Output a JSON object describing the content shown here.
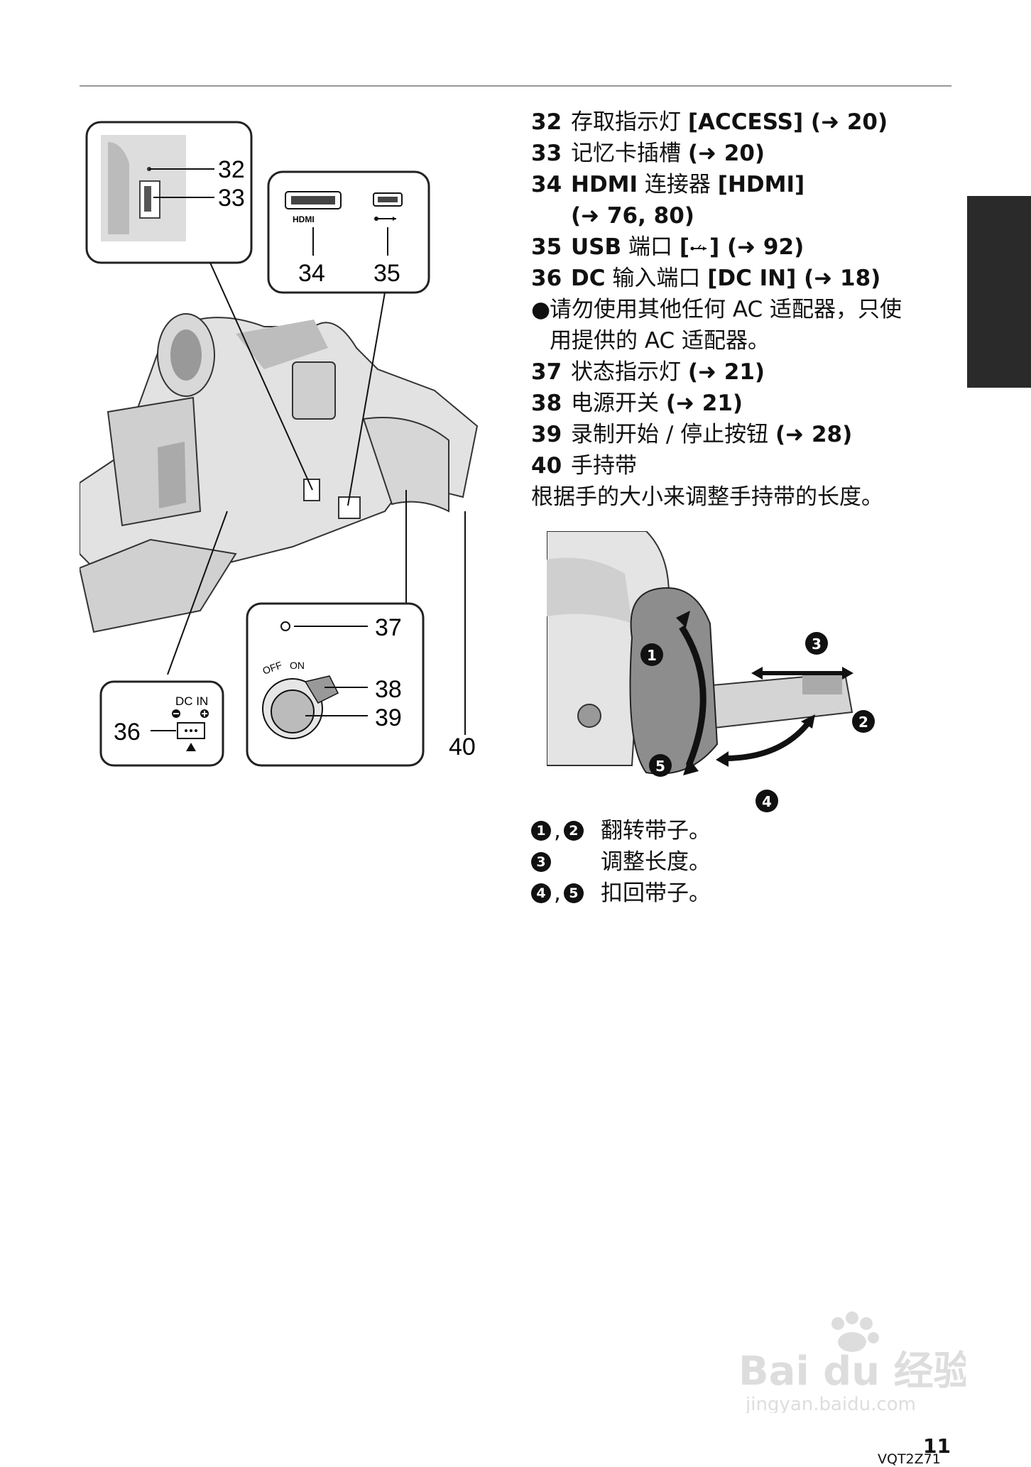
{
  "items": [
    {
      "num": "32",
      "zh": "存取指示灯",
      "b": "[ACCESS] (➜ 20)"
    },
    {
      "num": "33",
      "zh": "记忆卡插槽",
      "b": "(➜ 20)"
    },
    {
      "num": "34",
      "zh_pre": "HDMI",
      "zh": "连接器",
      "b": "[HDMI]"
    },
    {
      "num": "35",
      "zh_pre": "USB",
      "zh": "端口",
      "b": "[",
      "b2": "] (➜ 92)",
      "icon": "usb-icon"
    },
    {
      "num": "36",
      "zh_pre": "DC",
      "zh": "输入端口",
      "b": "[DC IN] (➜ 18)"
    },
    {
      "num": "37",
      "zh": "状态指示灯",
      "b": "(➜ 21)"
    },
    {
      "num": "38",
      "zh": "电源开关",
      "b": "(➜ 21)"
    },
    {
      "num": "39",
      "zh": "录制开始 / 停止按钮",
      "b": "(➜ 28)"
    },
    {
      "num": "40",
      "zh": "手持带",
      "b": ""
    }
  ],
  "hdmi_ref": "(➜ 76, 80)",
  "note_bullet": "●",
  "note_line1": "请勿使用其他任何 AC 适配器，只使",
  "note_line2": "用提供的 AC 适配器。",
  "strap_para": "根据手的大小来调整手持带的长度。",
  "steps": [
    {
      "marks": [
        "1",
        "2"
      ],
      "sep": ",",
      "text": "翻转带子。"
    },
    {
      "marks": [
        "3"
      ],
      "sep": "",
      "text": "调整长度。"
    },
    {
      "marks": [
        "4",
        "5"
      ],
      "sep": ",",
      "text": "扣回带子。"
    }
  ],
  "figure_labels": {
    "l32": "32",
    "l33": "33",
    "l34": "34",
    "l35": "35",
    "l36": "36",
    "l37": "37",
    "l38": "38",
    "l39": "39",
    "l40": "40",
    "hdmi_logo": "HDMI",
    "dcin": "DC IN",
    "off": "OFF",
    "on": "ON"
  },
  "strap_marks": [
    "1",
    "2",
    "3",
    "4",
    "5"
  ],
  "page_number": "11",
  "doc_code": "VQT2Z71",
  "watermark_main": "Bai du 经验",
  "watermark_url": "jingyan.baidu.com"
}
